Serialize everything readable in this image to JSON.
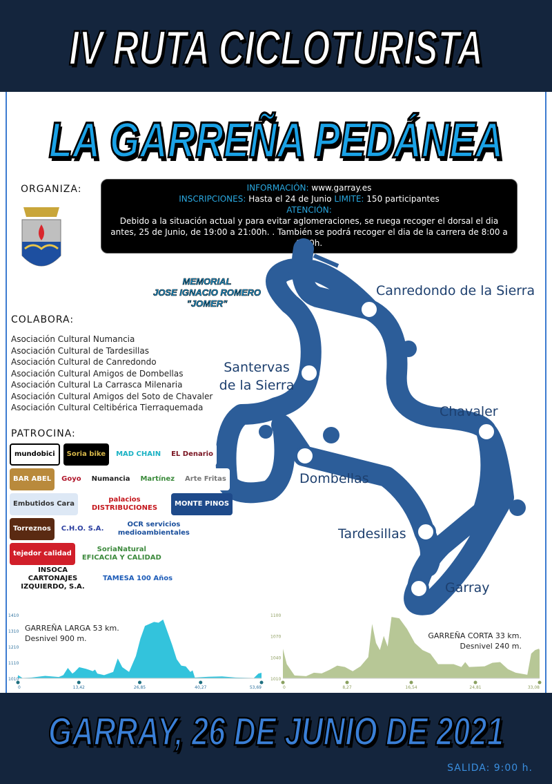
{
  "header": {
    "title": "IV RUTA CICLOTURISTA"
  },
  "event_title": "LA GARREÑA PEDÁNEA",
  "organiza_label": "ORGANIZA:",
  "info": {
    "info_key": "INFORMACIÓN:",
    "info_val": " www.garray.es",
    "insc_key": "INSCRIPCIONES:",
    "insc_val": " Hasta el 24 de Junio ",
    "limit_key": "LIMITE:",
    "limit_val": " 150 participantes",
    "att_key": "ATENCIÓN:",
    "att_text": "Debido a la situación actual y para evitar aglomeraciones, se ruega recoger el dorsal el dia antes, 25 de Junio, de 19:00 a 21:00h. . También se podrá recoger el dia de la carrera de 8:00 a 8:30h."
  },
  "memorial": [
    "MEMORIAL",
    "JOSE IGNACIO ROMERO",
    "\"JOMER\""
  ],
  "colabora": {
    "label": "COLABORA:",
    "items": [
      "Asociación Cultural Numancia",
      "Asociación Cultural de Tardesillas",
      "Asociación Cultural de Canredondo",
      "Asociación Cultural Amigos de Dombellas",
      "Asociación Cultural La Carrasca Milenaria",
      "Asociación Cultural Amigos del Soto de Chavaler",
      "Asociación Cultural Celtibérica Tierraquemada"
    ]
  },
  "patrocina": {
    "label": "PATROCINA:",
    "sponsors": [
      "mundobici",
      "Soria bike",
      "MAD CHAIN",
      "EL Denario",
      "BAR ABEL",
      "Goyo",
      "Numancia",
      "Martínez",
      "Arte Fritas",
      "Embutidos Cara",
      "palacios DISTRIBUCIONES",
      "MONTE PINOS",
      "Torreznos",
      "C.H.O. S.A.",
      "OCR servicios medioambientales",
      "tejedor calidad",
      "SoriaNatural EFICACIA Y CALIDAD",
      "INSOCA CARTONAJES IZQUIERDO, S.A.",
      "TAMESA 100 Años"
    ]
  },
  "map": {
    "towns": [
      "Canredondo de la Sierra",
      "Santervas de la Sierra",
      "Chavaler",
      "Dombellas",
      "Tardesillas",
      "Garray"
    ],
    "route_color": "#2c5d99"
  },
  "chart_data": [
    {
      "type": "area",
      "title": "GARREÑA LARGA 53 km.",
      "subtitle": "Desnivel 900 m.",
      "color": "#33c3dc",
      "xticks": [
        "0",
        "13,42",
        "26,85",
        "40,27",
        "53,69"
      ],
      "yticks": [
        "1010",
        "1110",
        "1210",
        "1310",
        "1410"
      ],
      "xlim": [
        0,
        53.69
      ],
      "ylim": [
        1010,
        1410
      ],
      "x": [
        0,
        1,
        3,
        6,
        9,
        10,
        11,
        12,
        12.5,
        13.5,
        15,
        16.5,
        17,
        17.5,
        19,
        21,
        22,
        23,
        24.5,
        26,
        27,
        28,
        30,
        31,
        32,
        33,
        34,
        35,
        36,
        37,
        38,
        38.5,
        39,
        42,
        45,
        48,
        52,
        53,
        53.69
      ],
      "y": [
        1030,
        1012,
        1015,
        1025,
        1018,
        1030,
        1075,
        1040,
        1050,
        1080,
        1070,
        1055,
        1065,
        1040,
        1030,
        1050,
        1135,
        1080,
        1050,
        1150,
        1260,
        1340,
        1365,
        1360,
        1380,
        1300,
        1220,
        1130,
        1090,
        1085,
        1050,
        1060,
        1015,
        1020,
        1022,
        1015,
        1012,
        1040,
        1045
      ]
    },
    {
      "type": "area",
      "title": "GARREÑA CORTA 33 km.",
      "subtitle": "Desnivel 240 m.",
      "color": "#b7c796",
      "xticks": [
        "0",
        "8,27",
        "16,54",
        "24,81",
        "33,08"
      ],
      "yticks": [
        "1010",
        "1040",
        "1070",
        "1100"
      ],
      "xlim": [
        0,
        33.08
      ],
      "ylim": [
        1010,
        1100
      ],
      "x": [
        0,
        0.5,
        1.5,
        3,
        4,
        5,
        6,
        7,
        8,
        9,
        10,
        11,
        11.5,
        12,
        12.5,
        13,
        13.5,
        14,
        15,
        16,
        17,
        18,
        19,
        20,
        22,
        23,
        23.5,
        24,
        26,
        27,
        28,
        29,
        30,
        31.5,
        32,
        32.5,
        33,
        33.08
      ],
      "y": [
        1052,
        1030,
        1014,
        1013,
        1018,
        1017,
        1022,
        1028,
        1026,
        1020,
        1027,
        1040,
        1087,
        1060,
        1050,
        1070,
        1055,
        1097,
        1095,
        1080,
        1060,
        1050,
        1045,
        1030,
        1030,
        1026,
        1033,
        1026,
        1027,
        1032,
        1033,
        1023,
        1018,
        1015,
        1045,
        1050,
        1052,
        1050
      ]
    }
  ],
  "footer": {
    "date": "GARRAY, 26 DE JUNIO DE 2021",
    "salida": "SALIDA: 9:00 h."
  }
}
